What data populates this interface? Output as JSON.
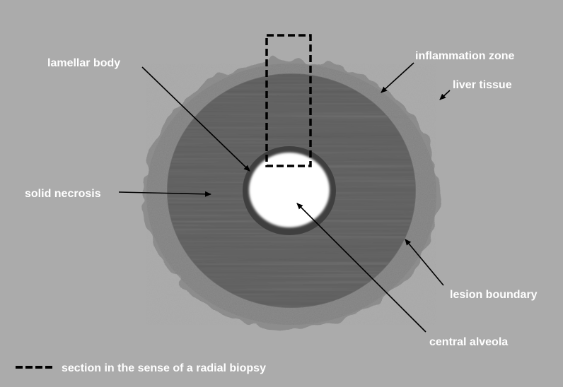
{
  "labels": {
    "lamellar_body": "lamellar body",
    "inflammation_zone": "inflammation zone",
    "liver_tissue": "liver tissue",
    "solid_necrosis": "solid necrosis",
    "lesion_boundary": "lesion boundary",
    "central_alveola": "central alveola"
  },
  "legend": {
    "biopsy_section": "section in the sense of a radial biopsy"
  },
  "colors": {
    "background": "#ababab",
    "inflammation": "#8d8d8d",
    "necrosis": "#6a6a6a",
    "lamellar": "#3f3f3f",
    "alveola": "#ffffff",
    "label_text": "#ffffff",
    "arrows": "#000000"
  }
}
